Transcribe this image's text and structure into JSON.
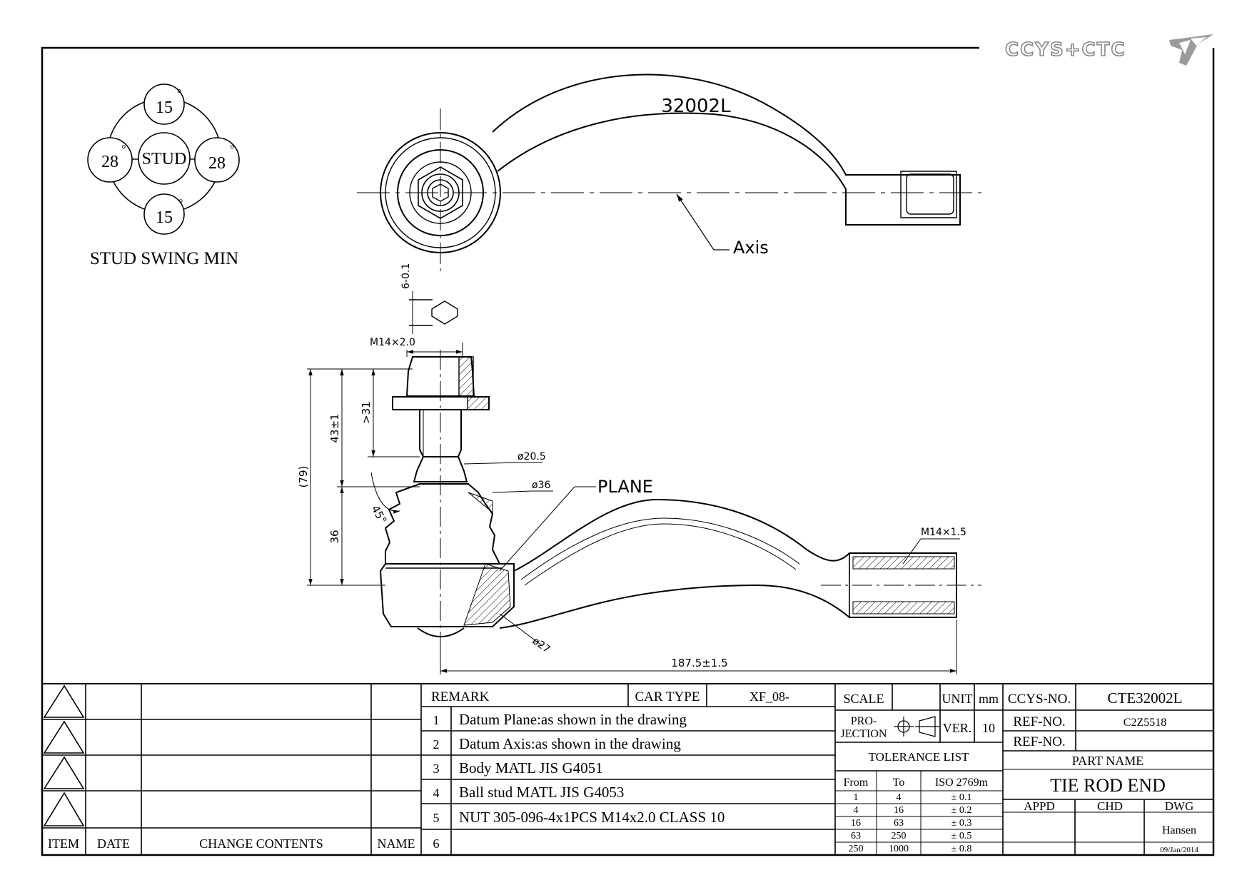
{
  "logo": {
    "text": "CCYS+CTC"
  },
  "part_number": "32002L",
  "swing_diagram": {
    "center_label": "STUD",
    "top": "15",
    "bottom": "15",
    "left": "28",
    "right": "28",
    "degree_mark": "°",
    "caption": "STUD SWING MIN"
  },
  "callouts": {
    "axis": "Axis",
    "plane": "PLANE",
    "hex_size": "6-0.1",
    "thread_stud": "M14×2.0",
    "thread_body": "M14×1.5",
    "dia_neck": "ø20.5",
    "dia_boot": "ø36",
    "dia_ball": "ø27",
    "angle": "45°",
    "length_total": "187.5±1.5",
    "h_79": "(79)",
    "h_43": "43±1",
    "h_31": ">31",
    "h_36": "36"
  },
  "revision_table": {
    "headers": [
      "ITEM",
      "DATE",
      "CHANGE CONTENTS",
      "NAME"
    ],
    "rows": 4
  },
  "remarks": {
    "header": "REMARK",
    "car_type_label": "CAR TYPE",
    "car_type_value": "XF_08-",
    "items": [
      {
        "no": "1",
        "text": "Datum Plane:as shown in the drawing"
      },
      {
        "no": "2",
        "text": "Datum Axis:as shown in the drawing"
      },
      {
        "no": "3",
        "text": "Body MATL JIS G4051"
      },
      {
        "no": "4",
        "text": "Ball stud MATL JIS G4053"
      },
      {
        "no": "5",
        "text": "NUT 305-096-4x1PCS M14x2.0 CLASS 10"
      },
      {
        "no": "6",
        "text": ""
      }
    ]
  },
  "info": {
    "scale_label": "SCALE",
    "scale_value": "",
    "unit_label": "UNIT",
    "unit_value": "mm",
    "projection_label_1": "PRO-",
    "projection_label_2": "JECTION",
    "ver_label": "VER.",
    "ver_value": "10",
    "tolerance_title": "TOLERANCE LIST",
    "tolerance_headers": [
      "From",
      "To",
      "ISO 2769m"
    ],
    "tolerance_rows": [
      [
        "1",
        "4",
        "± 0.1"
      ],
      [
        "4",
        "16",
        "± 0.2"
      ],
      [
        "16",
        "63",
        "± 0.3"
      ],
      [
        "63",
        "250",
        "± 0.5"
      ],
      [
        "250",
        "1000",
        "± 0.8"
      ]
    ]
  },
  "title_block": {
    "ccys_no_label": "CCYS-NO.",
    "ccys_no_value": "CTE32002L",
    "ref_no_label": "REF-NO.",
    "ref_no_value": "C2Z5518",
    "ref_no_label_2": "REF-NO.",
    "ref_no_value_2": "",
    "part_name_label": "PART NAME",
    "part_name_value": "TIE ROD END",
    "appd_label": "APPD",
    "chd_label": "CHD",
    "dwg_label": "DWG",
    "dwg_name": "Hansen",
    "dwg_date": "09/Jan/2014"
  }
}
